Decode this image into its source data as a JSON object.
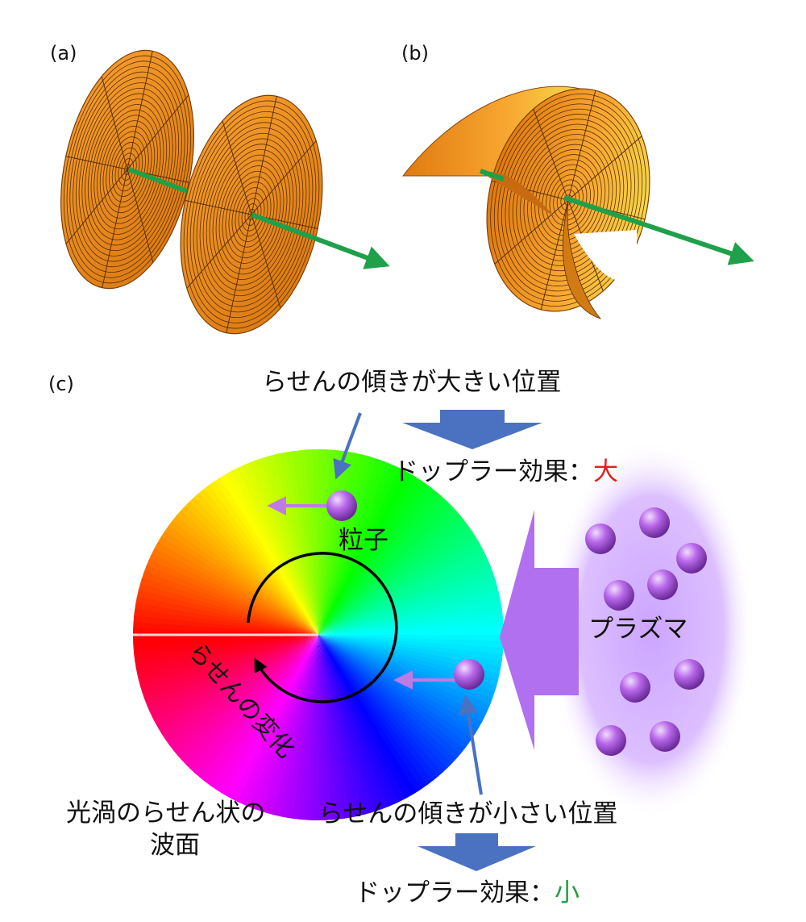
{
  "panels": {
    "a": {
      "label": "(a)"
    },
    "b": {
      "label": "(b)"
    },
    "c": {
      "label": "(c)"
    }
  },
  "annotations": {
    "large_slope": "らせんの傾きが大きい位置",
    "doppler_large_prefix": "ドップラー効果：",
    "doppler_large_value": "大",
    "small_slope": "らせんの傾きが小さい位置",
    "doppler_small_prefix": "ドップラー効果：",
    "doppler_small_value": "小",
    "particle": "粒子",
    "plasma": "プラズマ",
    "helix_change": "らせんの変化",
    "wavefront_line1": "光渦のらせん状の",
    "wavefront_line2": "波面"
  },
  "colors": {
    "surface": "#f08c1e",
    "surface_dark": "#c86a10",
    "axis_arrow": "#1fa04a",
    "down_arrow": "#4a72c0",
    "plasma_arrow": "#b070f0",
    "plasma_glow": "#c9a0ff",
    "particle": "#b060e8",
    "indicator_arrow": "#4a72c0",
    "velocity_arrow": "#c07ae6",
    "large_value": "#e02020",
    "small_value": "#1ea040"
  }
}
